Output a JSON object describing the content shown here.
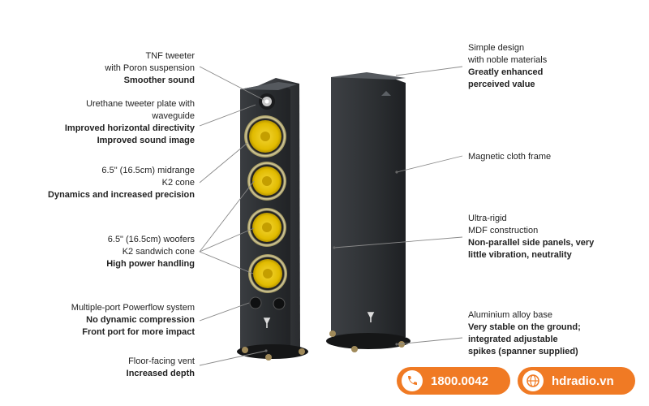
{
  "callouts_left": [
    {
      "lines": [
        "TNF tweeter",
        "with Poron suspension"
      ],
      "bold": [
        "Smoother sound"
      ]
    },
    {
      "lines": [
        "Urethane tweeter plate with",
        "waveguide"
      ],
      "bold": [
        "Improved horizontal directivity",
        "Improved sound image"
      ]
    },
    {
      "lines": [
        "6.5\" (16.5cm) midrange",
        "K2 cone"
      ],
      "bold": [
        "Dynamics and increased precision"
      ]
    },
    {
      "lines": [
        "6.5\" (16.5cm) woofers",
        "K2 sandwich cone"
      ],
      "bold": [
        "High power handling"
      ]
    },
    {
      "lines": [
        "Multiple-port Powerflow system"
      ],
      "bold": [
        "No dynamic compression",
        "Front port for more impact"
      ]
    },
    {
      "lines": [
        "Floor-facing vent"
      ],
      "bold": [
        "Increased depth"
      ]
    }
  ],
  "callouts_right": [
    {
      "lines": [
        "Simple design",
        "with noble materials"
      ],
      "bold": [
        "Greatly enhanced",
        "perceived value"
      ]
    },
    {
      "lines": [
        "Magnetic cloth frame"
      ],
      "bold": []
    },
    {
      "lines": [
        "Ultra-rigid",
        "MDF construction"
      ],
      "bold": [
        "Non-parallel side panels, very",
        "little vibration, neutrality"
      ]
    },
    {
      "lines": [
        "Aluminium alloy base"
      ],
      "bold": [
        "Very stable on the ground;",
        "integrated adjustable",
        "spikes (spanner supplied)"
      ]
    }
  ],
  "contact": {
    "phone": "1800.0042",
    "phone_icon": "phone-icon",
    "website": "hdradio.vn",
    "website_icon": "globe-icon"
  },
  "colors": {
    "cabinet": "#2e3134",
    "cabinet_side": "#1d1f21",
    "cone_yellow": "#e8c200",
    "accent_orange": "#f07a24",
    "leader_line": "#8a8a8a"
  }
}
